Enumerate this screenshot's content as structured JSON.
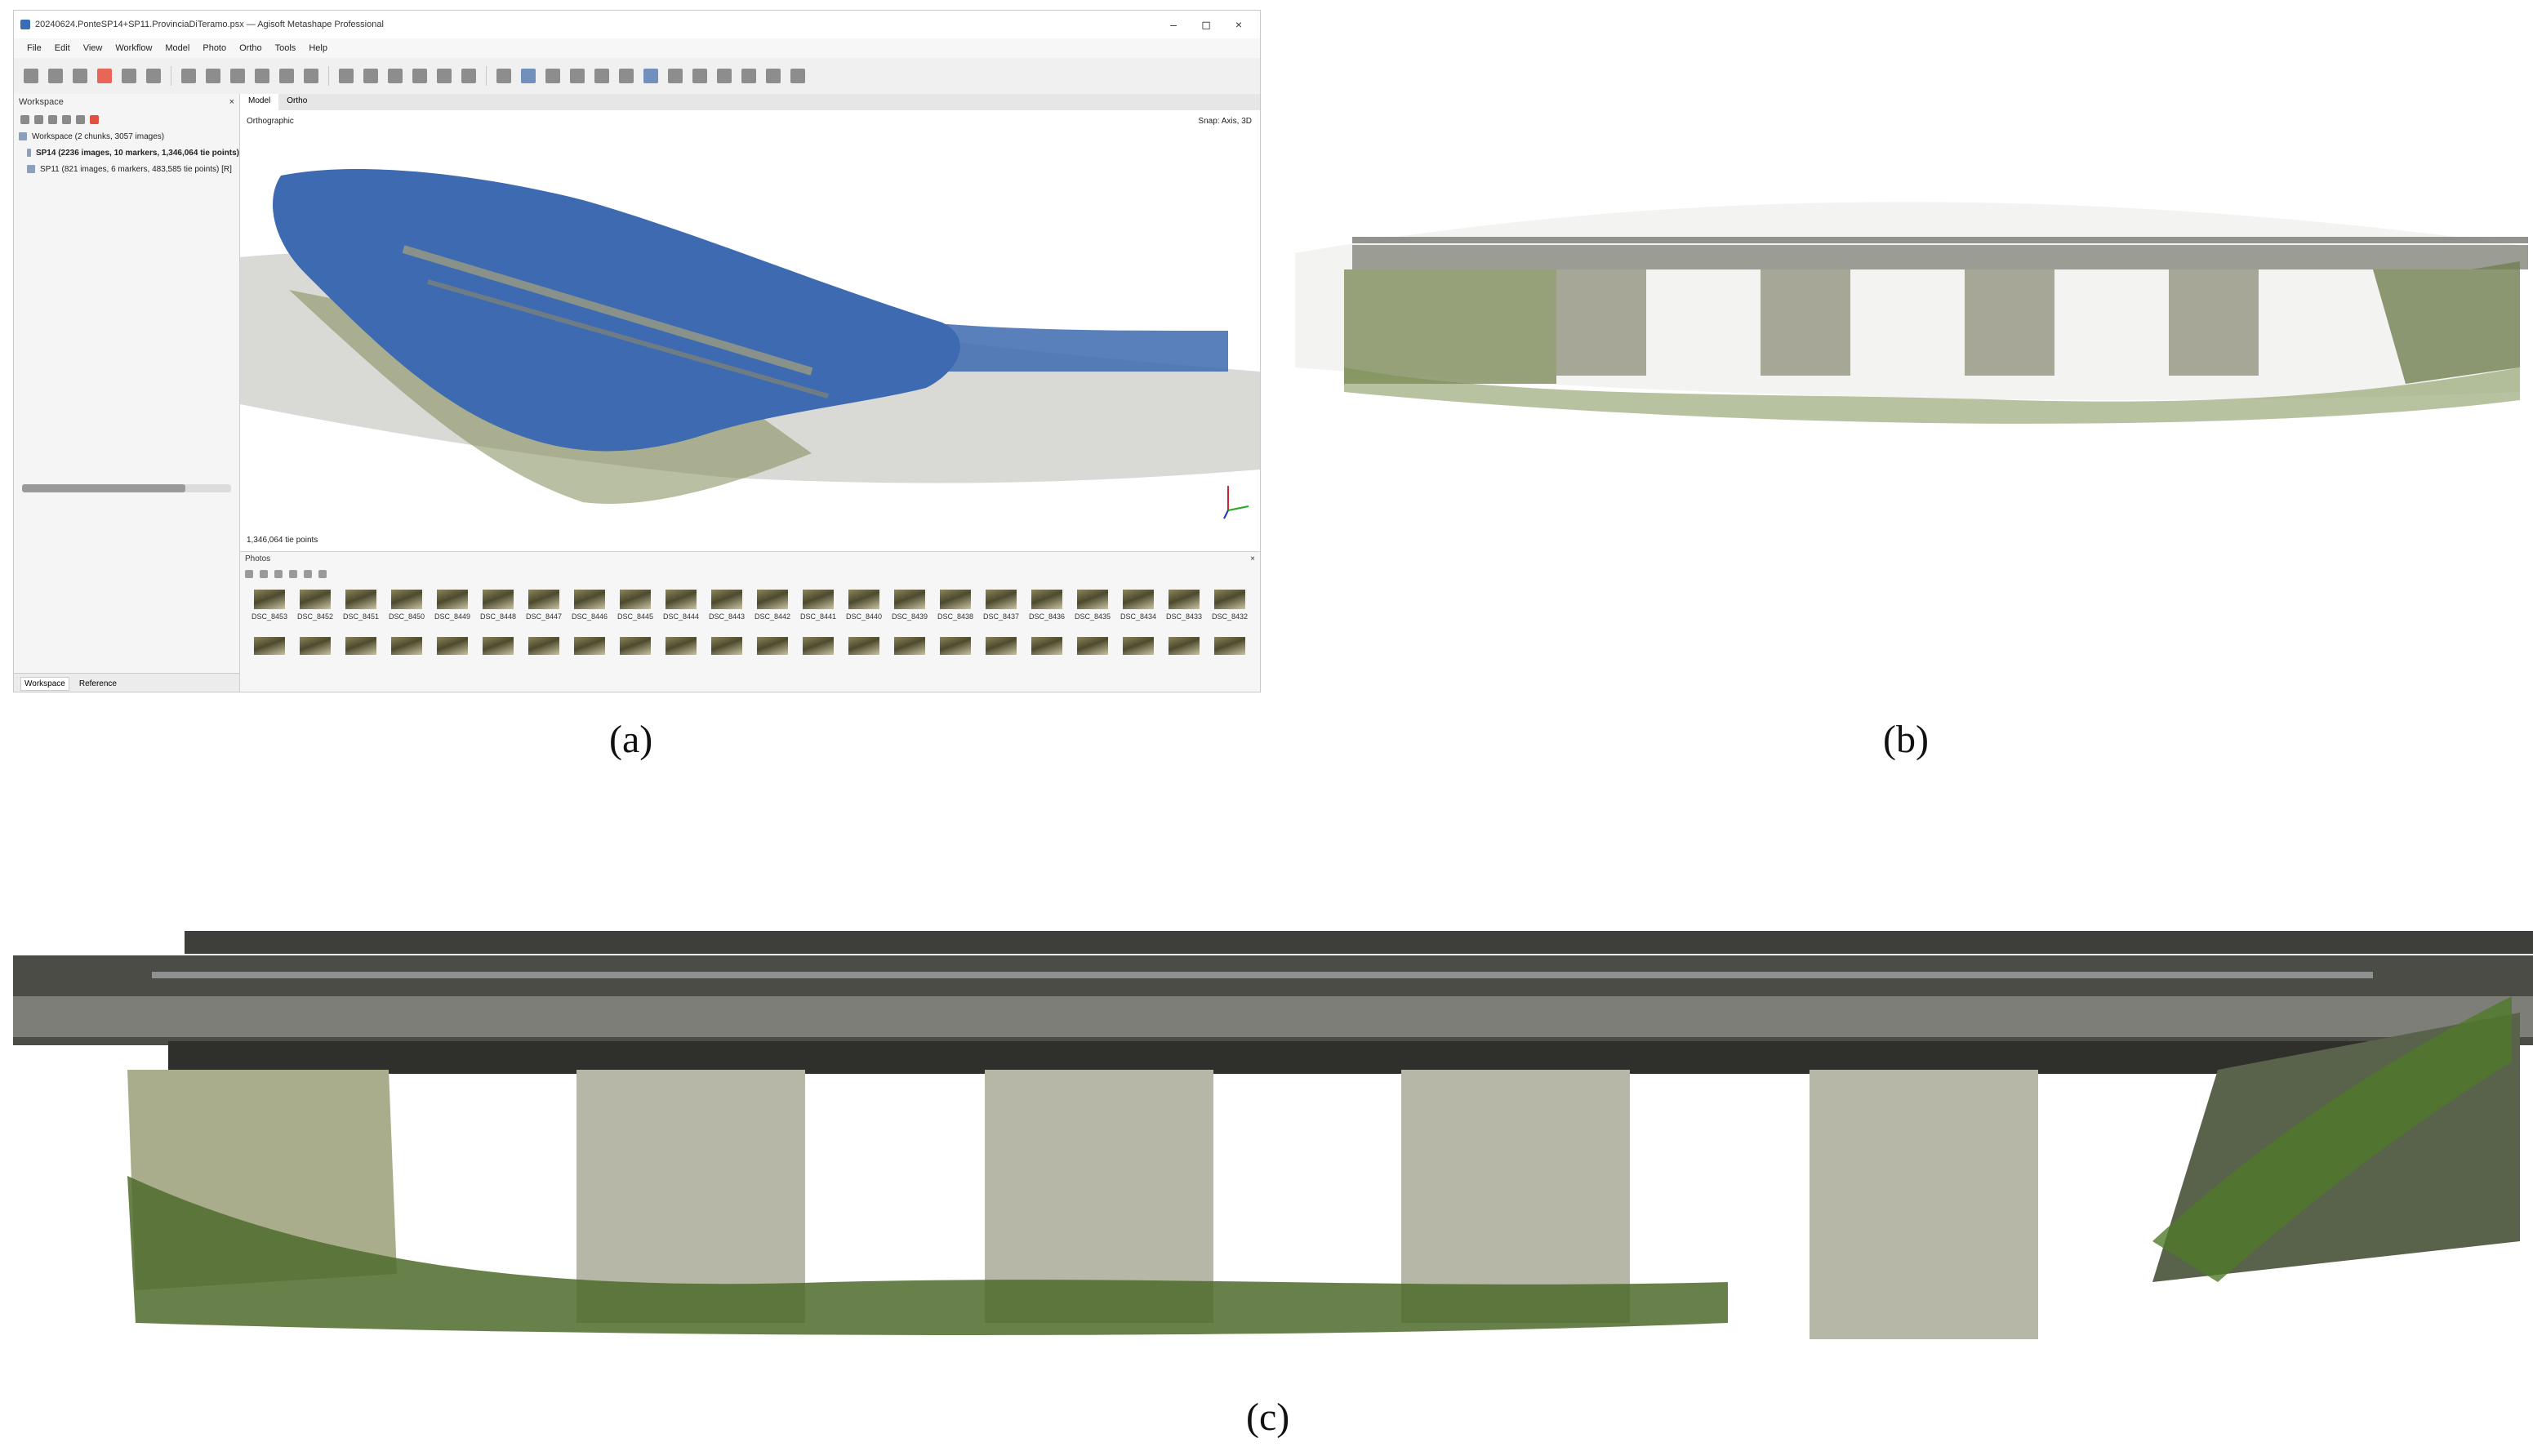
{
  "figure": {
    "caption_a": "(a)",
    "caption_b": "(b)",
    "caption_c": "(c)"
  },
  "window": {
    "title": "20240624.PonteSP14+SP11.ProvinciaDiTeramo.psx — Agisoft Metashape Professional",
    "controls": {
      "minimize": "–",
      "maximize": "◻",
      "close": "×"
    },
    "menu": [
      "File",
      "Edit",
      "View",
      "Workflow",
      "Model",
      "Photo",
      "Ortho",
      "Tools",
      "Help"
    ]
  },
  "workspace": {
    "title": "Workspace",
    "root": "Workspace (2 chunks, 3057 images)",
    "chunks": [
      {
        "label": "SP14 (2236 images, 10 markers, 1,346,064 tie points)",
        "active": true
      },
      {
        "label": "SP11 (821 images, 6 markers, 483,585 tie points) [R]",
        "active": false
      }
    ],
    "tabs": [
      "Workspace",
      "Reference"
    ]
  },
  "viewport": {
    "tabs": [
      "Model",
      "Ortho"
    ],
    "projection": "Orthographic",
    "snap": "Snap: Axis, 3D",
    "point_count": "1,346,064 tie points",
    "camera_color": "#3d6ab0"
  },
  "photos": {
    "title": "Photos",
    "row1": [
      "DSC_8453",
      "DSC_8452",
      "DSC_8451",
      "DSC_8450",
      "DSC_8449",
      "DSC_8448",
      "DSC_8447",
      "DSC_8446",
      "DSC_8445",
      "DSC_8444",
      "DSC_8443",
      "DSC_8442",
      "DSC_8441",
      "DSC_8440",
      "DSC_8439",
      "DSC_8438",
      "DSC_8437",
      "DSC_8436",
      "DSC_8435",
      "DSC_8434",
      "DSC_8433",
      "DSC_8432"
    ],
    "row2_count": 22
  }
}
